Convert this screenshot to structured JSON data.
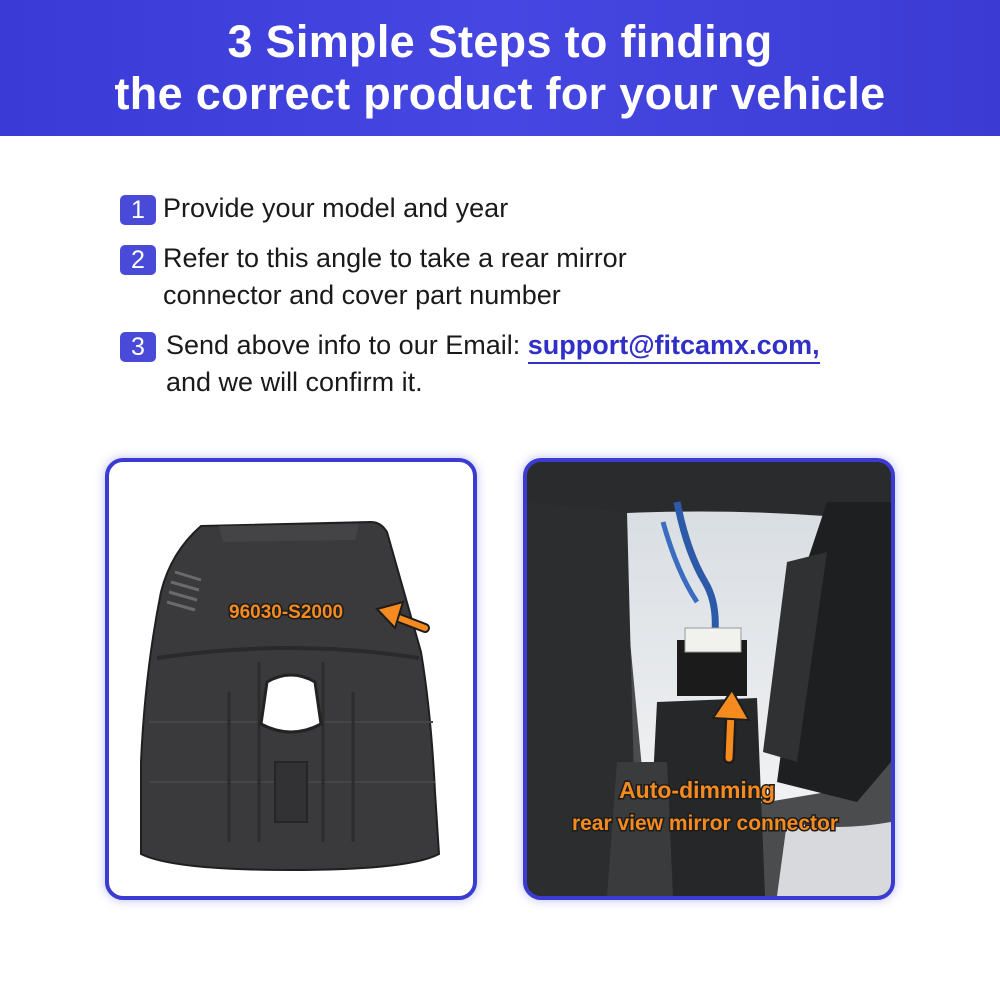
{
  "header": {
    "line1": "3 Simple Steps to finding",
    "line2": "the correct product for your vehicle"
  },
  "steps": [
    {
      "num": "1",
      "line1": "Provide your model and year"
    },
    {
      "num": "2",
      "line1": "Refer to this angle to take a rear mirror",
      "line2": "connector and cover part number"
    },
    {
      "num": "3",
      "line1": "Send above info to our Email: ",
      "email": "support@fitcamx.com,",
      "line2": "and we will confirm it."
    }
  ],
  "cover_image": {
    "part_number": "96030-S2000",
    "icon": "arrow-left-icon"
  },
  "connector_image": {
    "label_line1": "Auto-dimming",
    "label_line2": "rear view mirror connector",
    "icon": "arrow-up-icon"
  },
  "colors": {
    "accent": "#3b3bd4",
    "label": "#f58a1f",
    "email": "#3030c8"
  }
}
